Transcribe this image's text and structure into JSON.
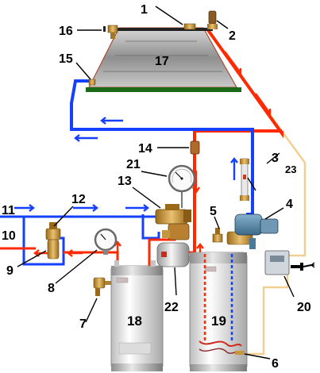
{
  "labels": {
    "n1": "1",
    "n2": "2",
    "n3": "3",
    "n4": "4",
    "n5": "5",
    "n6": "6",
    "n7": "7",
    "n8": "8",
    "n9": "9",
    "n10": "10",
    "n11": "11",
    "n12": "12",
    "n13": "13",
    "n14": "14",
    "n15": "15",
    "n16": "16",
    "n17": "17",
    "n18": "18",
    "n19": "19",
    "n20": "20",
    "n21": "21",
    "n22": "22",
    "n23": "23"
  },
  "colors": {
    "hot": "#ff2a00",
    "cold": "#1540ff",
    "wire": "#f0cf90",
    "collector": "#8a8a8a",
    "collector_frame": "#1a6a1a",
    "brass": "#c89a3a",
    "tank_body": "#f2f2f2",
    "pump": "#5a8aaa"
  },
  "icons": {
    "collector": "solar-collector-icon",
    "tank": "water-heater-tank-icon",
    "pump": "circulating-pump-icon",
    "gauge": "pressure-gauge-icon",
    "thermometer": "thermometer-dial-icon",
    "controller": "differential-controller-icon",
    "expansion_tank": "expansion-tank-icon"
  }
}
